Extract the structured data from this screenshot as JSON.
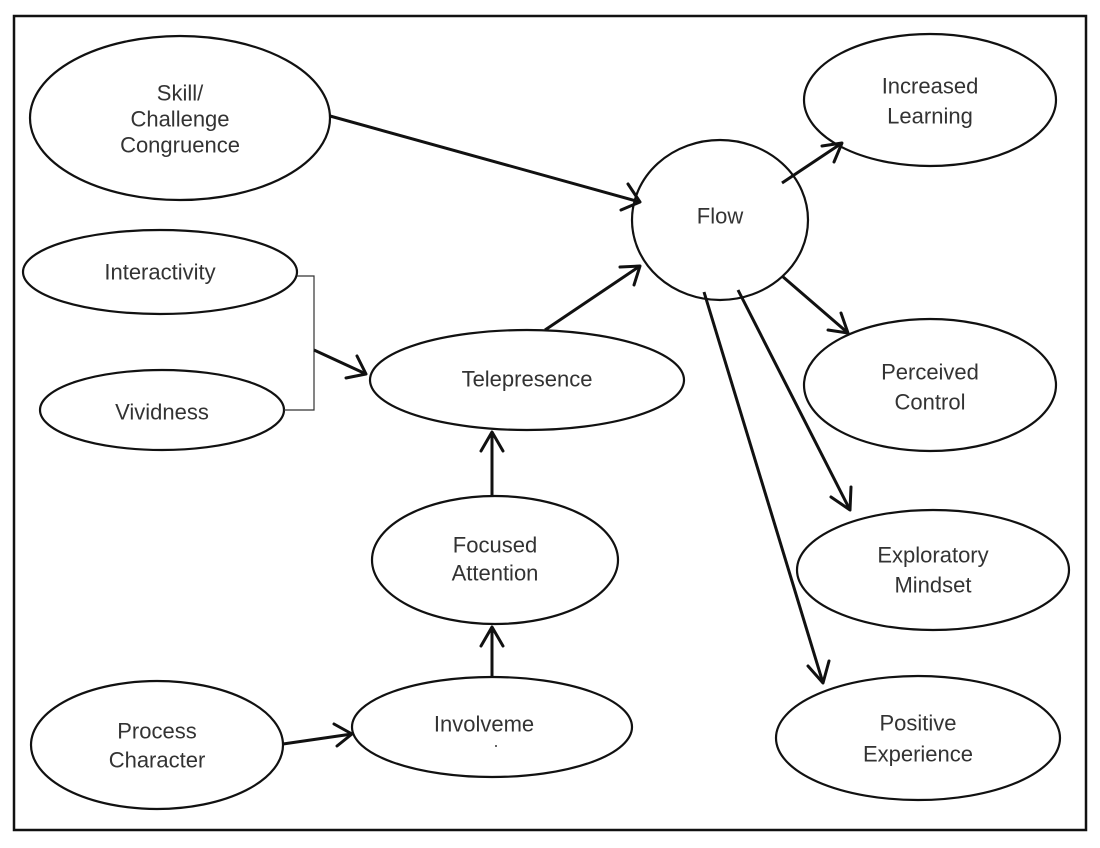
{
  "nodes": {
    "skill": [
      "Skill/",
      "Challenge",
      "Congruence"
    ],
    "interactivity": [
      "Interactivity"
    ],
    "vividness": [
      "Vividness"
    ],
    "telepresence": [
      "Telepresence"
    ],
    "focused": [
      "Focused",
      "Attention"
    ],
    "process": [
      "Process",
      "Character"
    ],
    "involvement": [
      "Involveme"
    ],
    "flow": [
      "Flow"
    ],
    "learning": [
      "Increased",
      "Learning"
    ],
    "control": [
      "Perceived",
      "Control"
    ],
    "exploratory": [
      "Exploratory",
      "Mindset"
    ],
    "positive": [
      "Positive",
      "Experience"
    ]
  },
  "edges": [
    [
      "skill",
      "flow"
    ],
    [
      "interactivity+vividness",
      "telepresence"
    ],
    [
      "telepresence",
      "flow"
    ],
    [
      "focused",
      "telepresence"
    ],
    [
      "involvement",
      "focused"
    ],
    [
      "process",
      "involvement"
    ],
    [
      "flow",
      "learning"
    ],
    [
      "flow",
      "control"
    ],
    [
      "flow",
      "exploratory"
    ],
    [
      "flow",
      "positive"
    ]
  ],
  "colors": {
    "stroke": "#111111",
    "text": "#333333",
    "background": "#ffffff"
  }
}
